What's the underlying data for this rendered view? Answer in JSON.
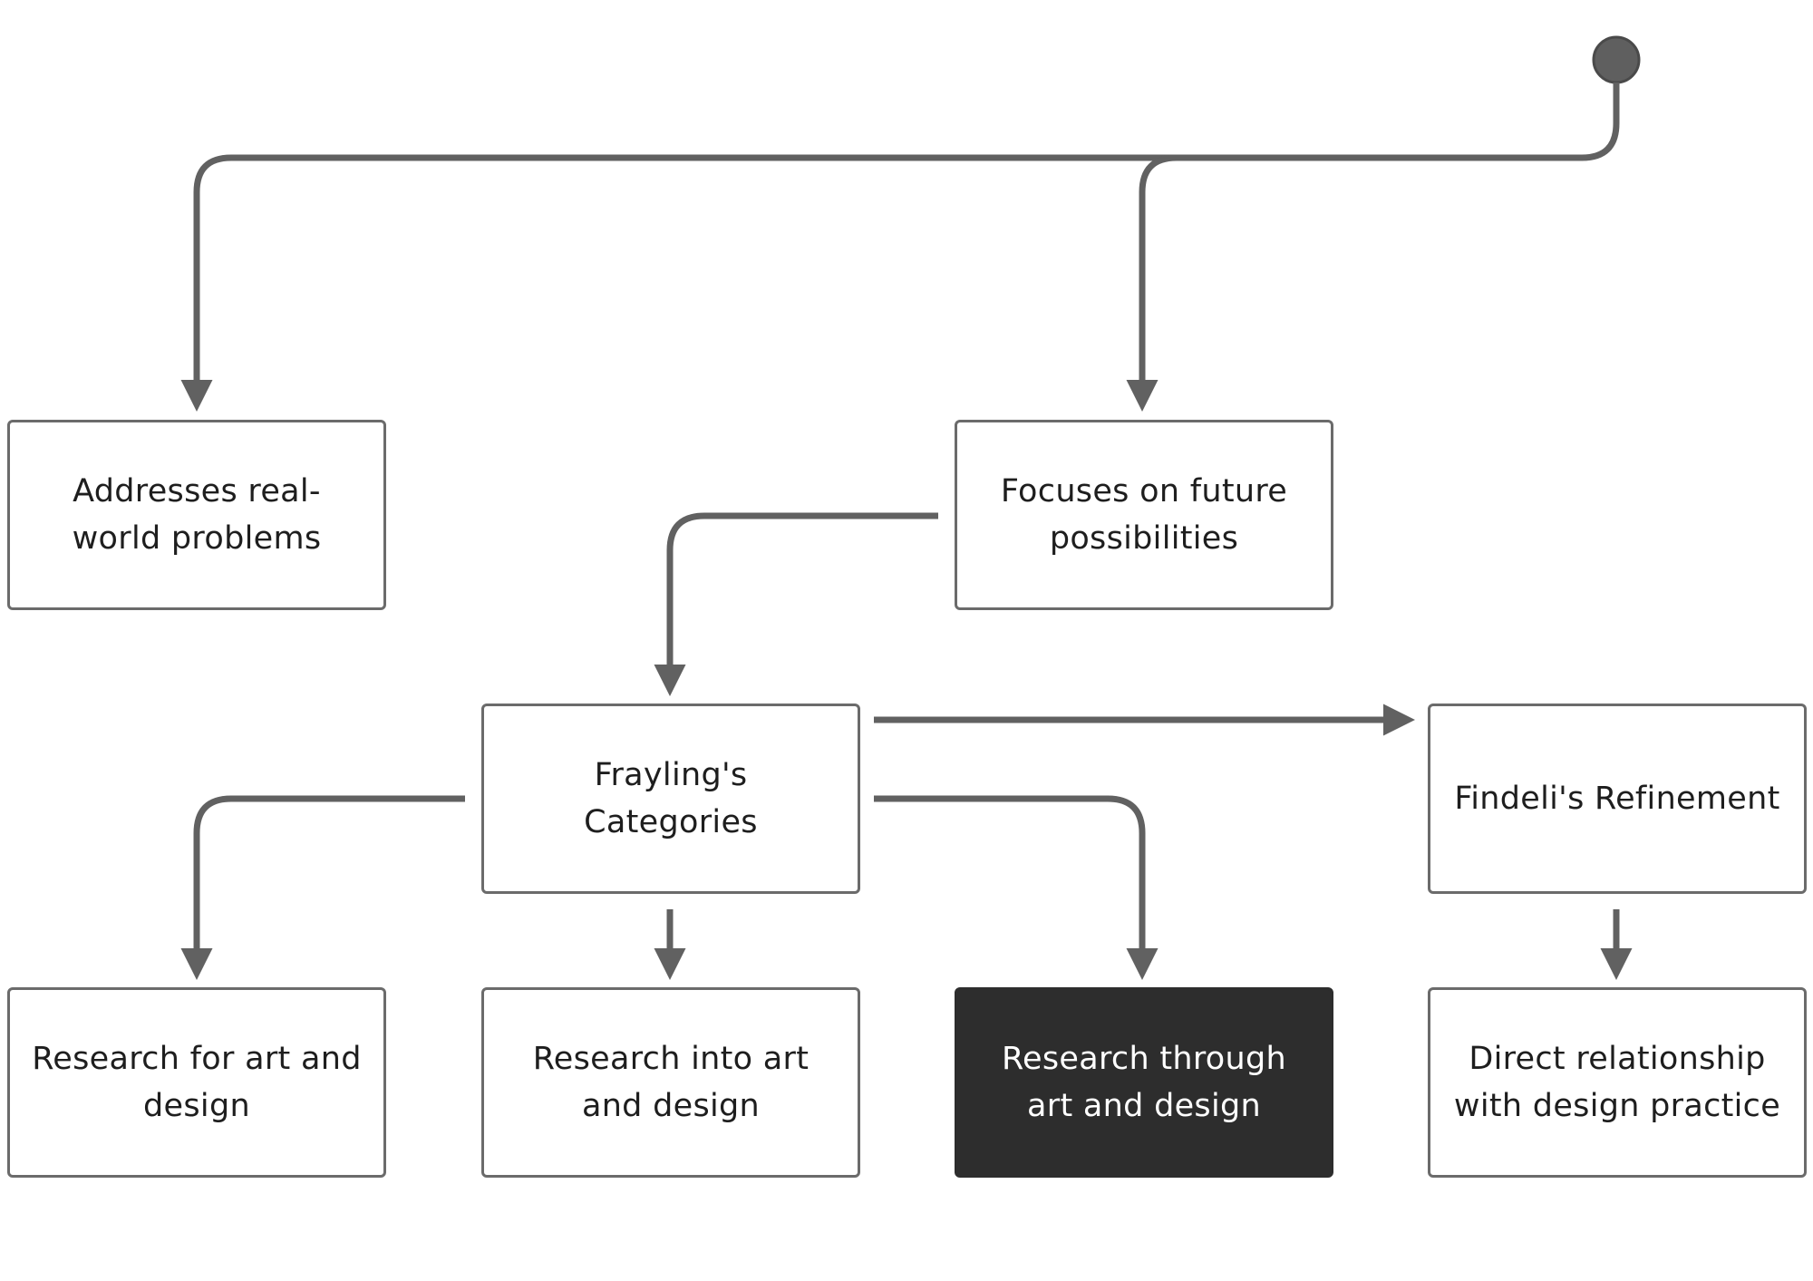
{
  "diagram": {
    "colors": {
      "connector": "#616161",
      "node_border": "#6b6b6b",
      "node_fill": "#ffffff",
      "highlight_fill": "#2d2d2d",
      "highlight_text": "#ffffff",
      "text": "#1e1e1e",
      "start_dot": "#5f5f5f"
    },
    "nodes": {
      "real_world": "Addresses real-world problems",
      "future": "Focuses on future possibilities",
      "frayling": "Frayling's Categories",
      "findeli": "Findeli's Refinement",
      "research_for": "Research for art and design",
      "research_into": "Research into art and design",
      "research_through": "Research through art and design",
      "direct_relationship": "Direct relationship with design practice"
    },
    "highlighted_node": "research_through"
  }
}
